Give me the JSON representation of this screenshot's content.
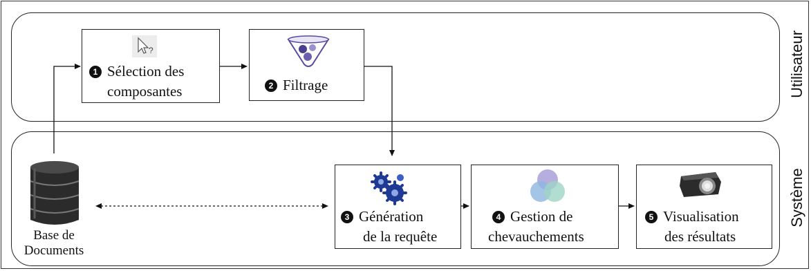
{
  "lanes": {
    "user": "Utilisateur",
    "system": "Système"
  },
  "steps": [
    {
      "number": "1",
      "line1": "Sélection des",
      "line2": "composantes",
      "icon": "cursor-help-icon"
    },
    {
      "number": "2",
      "line1": "Filtrage",
      "line2": "",
      "icon": "funnel-filter-icon"
    },
    {
      "number": "3",
      "line1": "Génération",
      "line2": "de la requête",
      "icon": "gears-icon"
    },
    {
      "number": "4",
      "line1": "Gestion de",
      "line2": "chevauchements",
      "icon": "venn-circles-icon"
    },
    {
      "number": "5",
      "line1": "Visualisation",
      "line2": "des résultats",
      "icon": "projector-icon"
    }
  ],
  "database": {
    "line1": "Base de",
    "line2": "Documents",
    "icon": "database-icon"
  },
  "colors": {
    "stroke": "#222222",
    "db_dark": "#2b2b2b",
    "gear_blue": "#1f3a93",
    "funnel_purple": "#5b4aa0"
  }
}
